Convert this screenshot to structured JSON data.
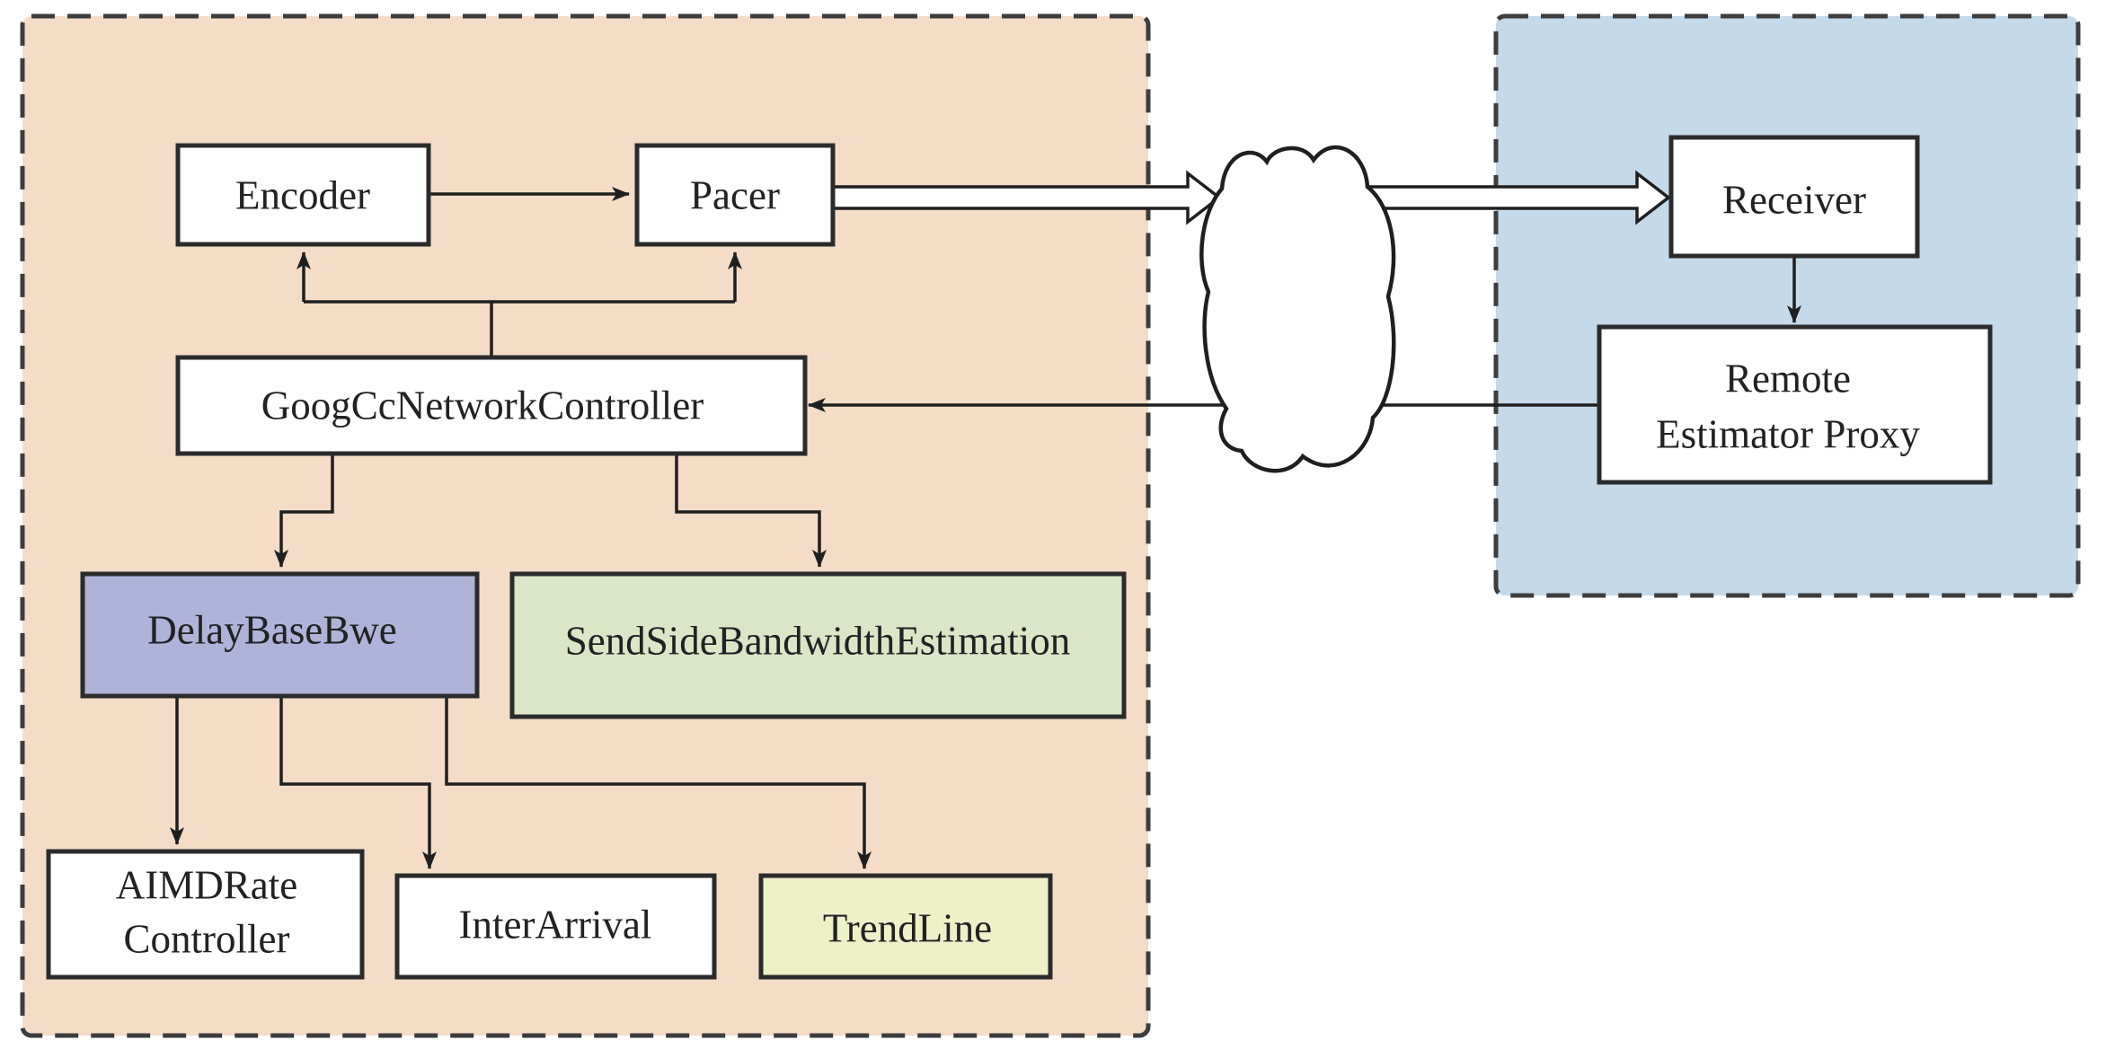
{
  "regions": {
    "sender": {
      "color": "#f5dcc6"
    },
    "receiver": {
      "color": "#c4d9ea"
    }
  },
  "nodes": {
    "encoder": {
      "label": "Encoder"
    },
    "pacer": {
      "label": "Pacer"
    },
    "goog_cc": {
      "label": "GoogCcNetworkController"
    },
    "delay_base_bwe": {
      "label": "DelayBaseBwe",
      "color": "#b0b3d8"
    },
    "send_side_bwe": {
      "label": "SendSideBandwidthEstimation",
      "color": "#dbe6c7"
    },
    "aimd": {
      "label_line1": "AIMDRate",
      "label_line2": "Controller"
    },
    "inter_arrival": {
      "label": "InterArrival"
    },
    "trend_line": {
      "label": "TrendLine",
      "color": "#ecf1c8"
    },
    "receiver": {
      "label": "Receiver"
    },
    "remote_proxy": {
      "label_line1": "Remote",
      "label_line2": "Estimator Proxy"
    }
  },
  "network": {
    "icon": "cloud-icon"
  }
}
